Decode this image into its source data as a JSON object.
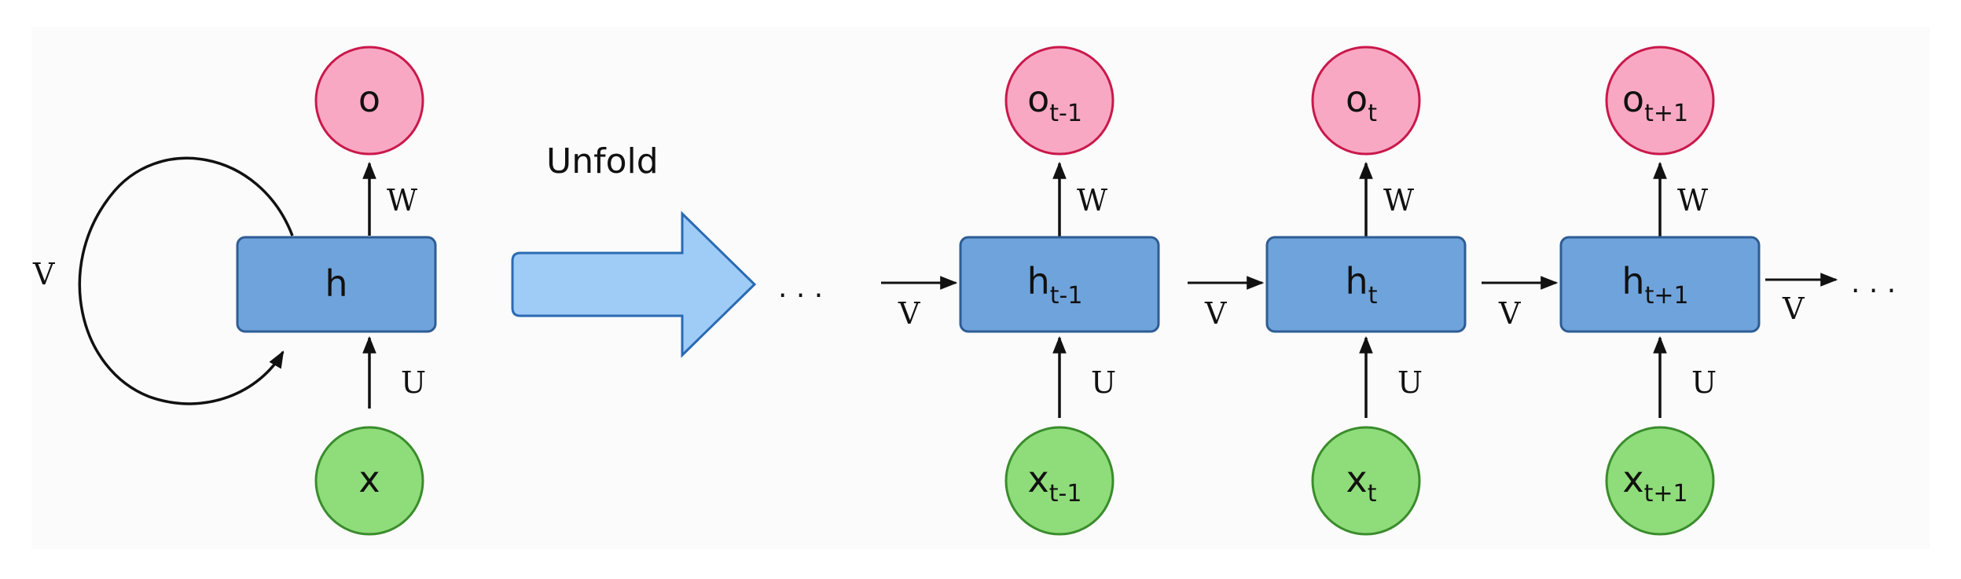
{
  "diagram": {
    "unfold_label": "Unfold",
    "ellipsis_left": "· · ·",
    "ellipsis_right": "· · ·",
    "colors": {
      "hidden_fill": "#6fa3db",
      "hidden_stroke": "#2e5c94",
      "output_fill": "#f9a8c4",
      "output_stroke": "#c9184a",
      "input_fill": "#8fdc7a",
      "input_stroke": "#3a8c2c",
      "arrow_fill": "#9fcbf7",
      "arrow_stroke": "#2a6ab3",
      "background": "#fbfbfb"
    },
    "folded": {
      "hidden": {
        "base": "h",
        "sub": ""
      },
      "output": {
        "base": "o",
        "sub": ""
      },
      "input": {
        "base": "x",
        "sub": ""
      },
      "w_label": "W",
      "u_label": "U",
      "v_label": "V"
    },
    "unfolded": [
      {
        "hidden": {
          "base": "h",
          "sub": "t-1"
        },
        "output": {
          "base": "o",
          "sub": "t-1"
        },
        "input": {
          "base": "x",
          "sub": "t-1"
        },
        "w_label": "W",
        "u_label": "U",
        "v_in_label": "V"
      },
      {
        "hidden": {
          "base": "h",
          "sub": "t"
        },
        "output": {
          "base": "o",
          "sub": "t"
        },
        "input": {
          "base": "x",
          "sub": "t"
        },
        "w_label": "W",
        "u_label": "U",
        "v_in_label": "V"
      },
      {
        "hidden": {
          "base": "h",
          "sub": "t+1"
        },
        "output": {
          "base": "o",
          "sub": "t+1"
        },
        "input": {
          "base": "x",
          "sub": "t+1"
        },
        "w_label": "W",
        "u_label": "U",
        "v_in_label": "V"
      }
    ],
    "v_out_label": "V"
  }
}
